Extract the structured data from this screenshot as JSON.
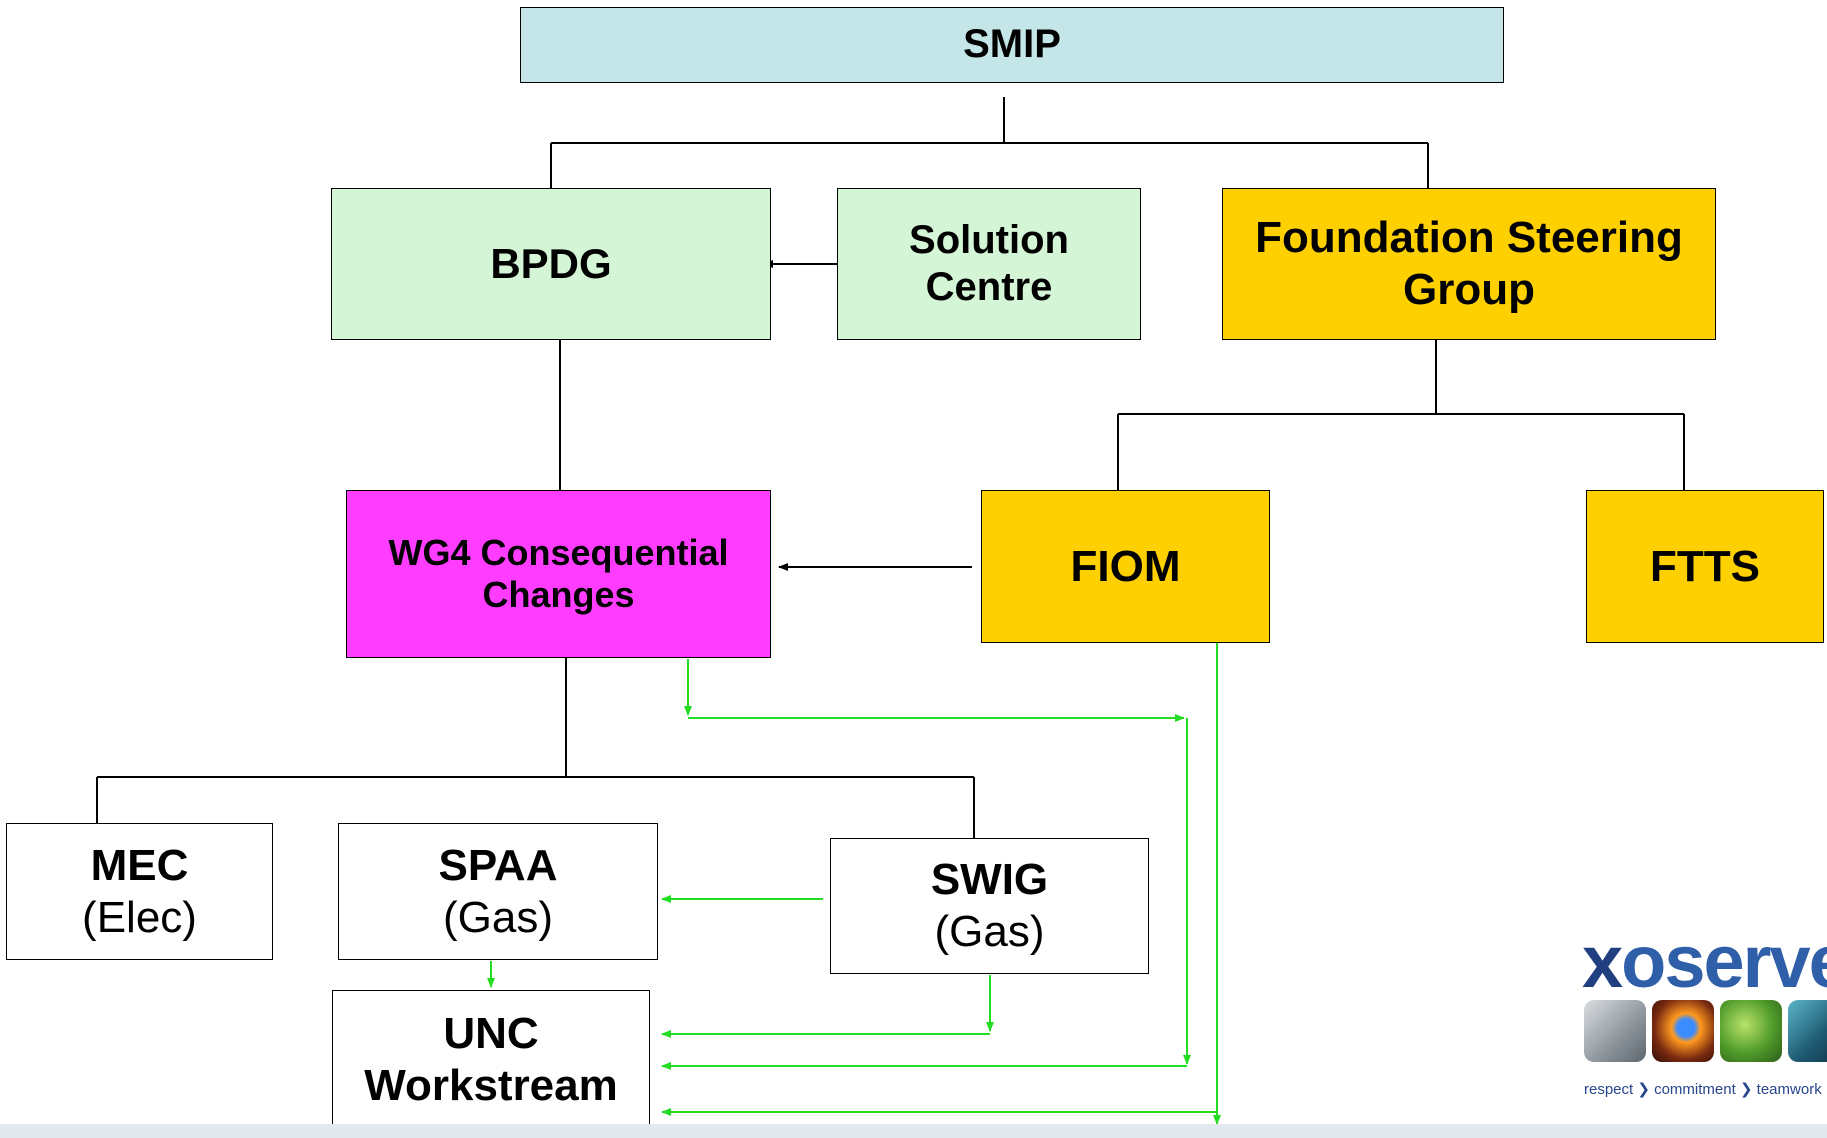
{
  "colors": {
    "smip": "#c4e6e8",
    "bpdg": "#d4f6d6",
    "foundation": "#ffd000",
    "wg4": "#ff3cff",
    "plain": "#ffffff",
    "green_arrow": "#22dd22",
    "black_line": "#000000"
  },
  "nodes": {
    "smip": {
      "title": "SMIP"
    },
    "bpdg": {
      "title": "BPDG"
    },
    "solution_centre": {
      "title_line1": "Solution",
      "title_line2": "Centre"
    },
    "foundation": {
      "title_line1": "Foundation Steering",
      "title_line2": "Group"
    },
    "wg4": {
      "title_line1": "WG4 Consequential",
      "title_line2": "Changes"
    },
    "fiom": {
      "title": "FIOM"
    },
    "ftts": {
      "title": "FTTS"
    },
    "mec": {
      "title": "MEC",
      "sub": "(Elec)"
    },
    "spaa": {
      "title": "SPAA",
      "sub": "(Gas)"
    },
    "swig": {
      "title": "SWIG",
      "sub": "(Gas)"
    },
    "unc": {
      "title_line1": "UNC",
      "title_line2": "Workstream"
    }
  },
  "logo": {
    "wordmark_prefix": "x",
    "wordmark_rest": "oserve",
    "tagline": "respect ❯ commitment ❯ teamwork",
    "tile_names": [
      "meter-image",
      "gas-flame-image",
      "leaf-image",
      "circuit-image"
    ]
  }
}
